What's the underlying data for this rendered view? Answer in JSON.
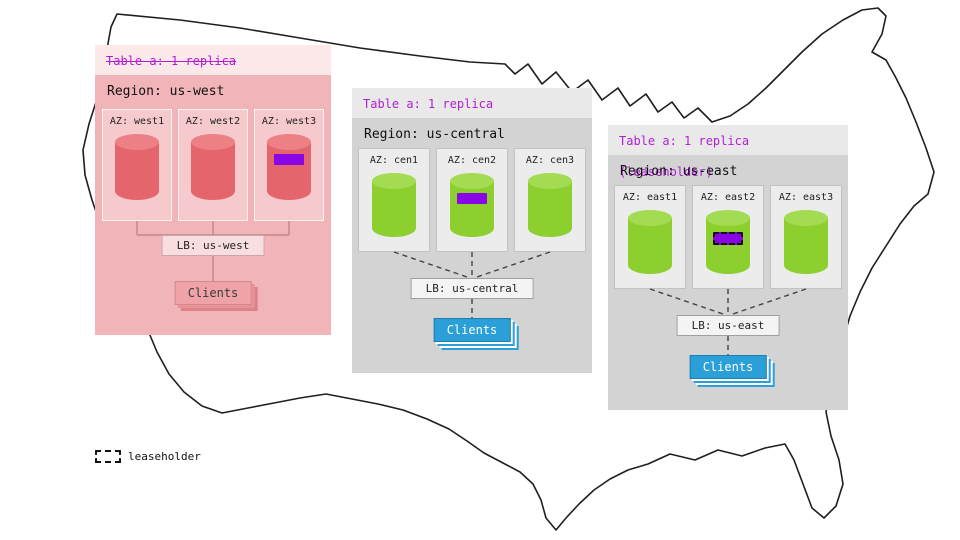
{
  "legend": {
    "label": "leaseholder"
  },
  "colors": {
    "accent_purple": "#b11ed3",
    "replica_purple": "#8806e6",
    "clients_blue": "#2b9fd8",
    "west_red": "#e4666c",
    "replica_green": "#8ccf2e"
  },
  "regions": {
    "west": {
      "table_label": "Table a: 1 replica",
      "table_struck": true,
      "title": "Region: us-west",
      "azs": [
        {
          "label": "AZ: west1"
        },
        {
          "label": "AZ: west2"
        },
        {
          "label": "AZ: west3",
          "replica": true
        }
      ],
      "lb": "LB: us-west",
      "clients": "Clients"
    },
    "central": {
      "table_label": "Table a: 1 replica",
      "title": "Region: us-central",
      "azs": [
        {
          "label": "AZ: cen1"
        },
        {
          "label": "AZ: cen2",
          "replica": true
        },
        {
          "label": "AZ: cen3"
        }
      ],
      "lb": "LB: us-central",
      "clients": "Clients"
    },
    "east": {
      "table_label": "Table a: 1 replica (leaseholder)",
      "title": "Region: us-east",
      "azs": [
        {
          "label": "AZ: east1"
        },
        {
          "label": "AZ: east2",
          "replica": true,
          "leaseholder": true
        },
        {
          "label": "AZ: east3"
        }
      ],
      "lb": "LB: us-east",
      "clients": "Clients"
    }
  }
}
